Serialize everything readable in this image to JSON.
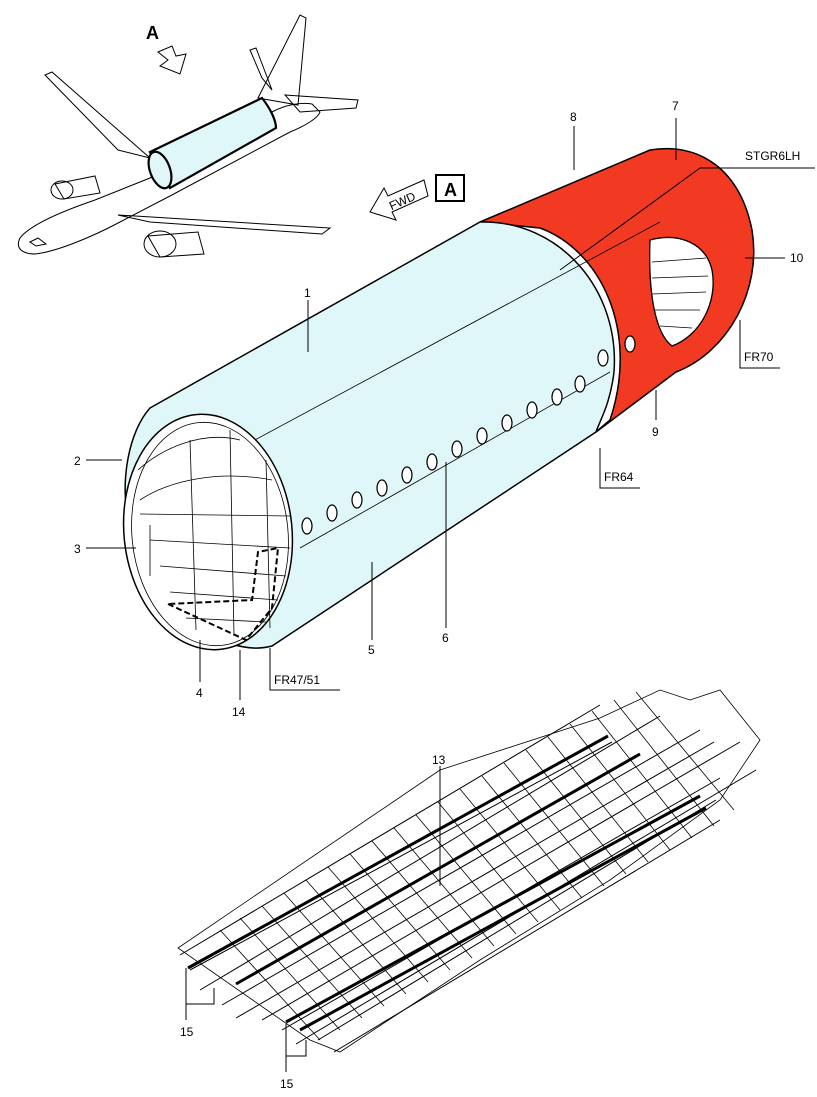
{
  "view_marker": "A",
  "fwd_arrow_text": "FWD",
  "callouts": {
    "c1": "1",
    "c2": "2",
    "c3": "3",
    "c4": "4",
    "c5": "5",
    "c6": "6",
    "c7": "7",
    "c8": "8",
    "c9": "9",
    "c10": "10",
    "c13": "13",
    "c14": "14",
    "c15a": "15",
    "c15b": "15"
  },
  "frame_labels": {
    "stgr": "STGR6LH",
    "fr70": "FR70",
    "fr64": "FR64",
    "fr47": "FR47/51"
  },
  "colors": {
    "fuselage_section": "#dff7f8",
    "highlight_section": "#f23a22",
    "outline": "#000000"
  }
}
